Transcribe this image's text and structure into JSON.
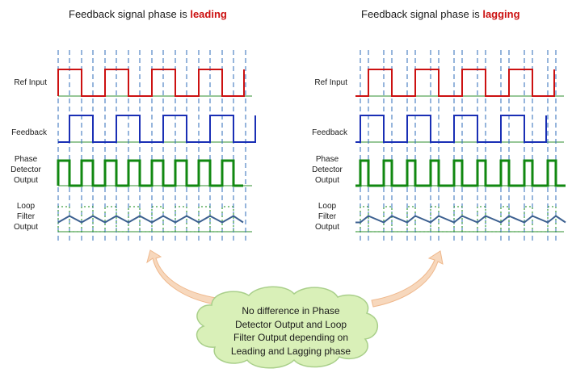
{
  "panels": [
    {
      "id": "leading",
      "title_prefix": "Feedback signal phase is",
      "title_keyword": "leading",
      "labels": {
        "ref_input": "Ref Input",
        "feedback": "Feedback",
        "phase_detector": [
          "Phase",
          "Detector",
          "Output"
        ],
        "loop_filter": [
          "Loop",
          "Filter",
          "Output"
        ]
      }
    },
    {
      "id": "lagging",
      "title_prefix": "Feedback signal phase is",
      "title_keyword": "lagging",
      "labels": {
        "ref_input": "Ref Input",
        "feedback": "Feedback",
        "phase_detector": [
          "Phase",
          "Detector",
          "Output"
        ],
        "loop_filter": [
          "Loop",
          "Filter",
          "Output"
        ]
      }
    }
  ],
  "callout": {
    "lines": [
      "No difference in Phase",
      "Detector Output and Loop",
      "Filter Output depending on",
      "Leading and Lagging phase"
    ]
  },
  "colors": {
    "ref_input": "#cc1111",
    "feedback": "#1a2fb5",
    "phase_detector": "#118811",
    "loop_filter": "#3b5f8f",
    "dashed_marker": "#2e6bb8",
    "baseline": "#2f8f2f",
    "callout_fill": "#d9f0b8",
    "callout_stroke": "#a9cf8a",
    "arrow_fill": "#f7d8bd",
    "arrow_stroke": "#efb88c",
    "title_keyword": "#cc1111"
  }
}
